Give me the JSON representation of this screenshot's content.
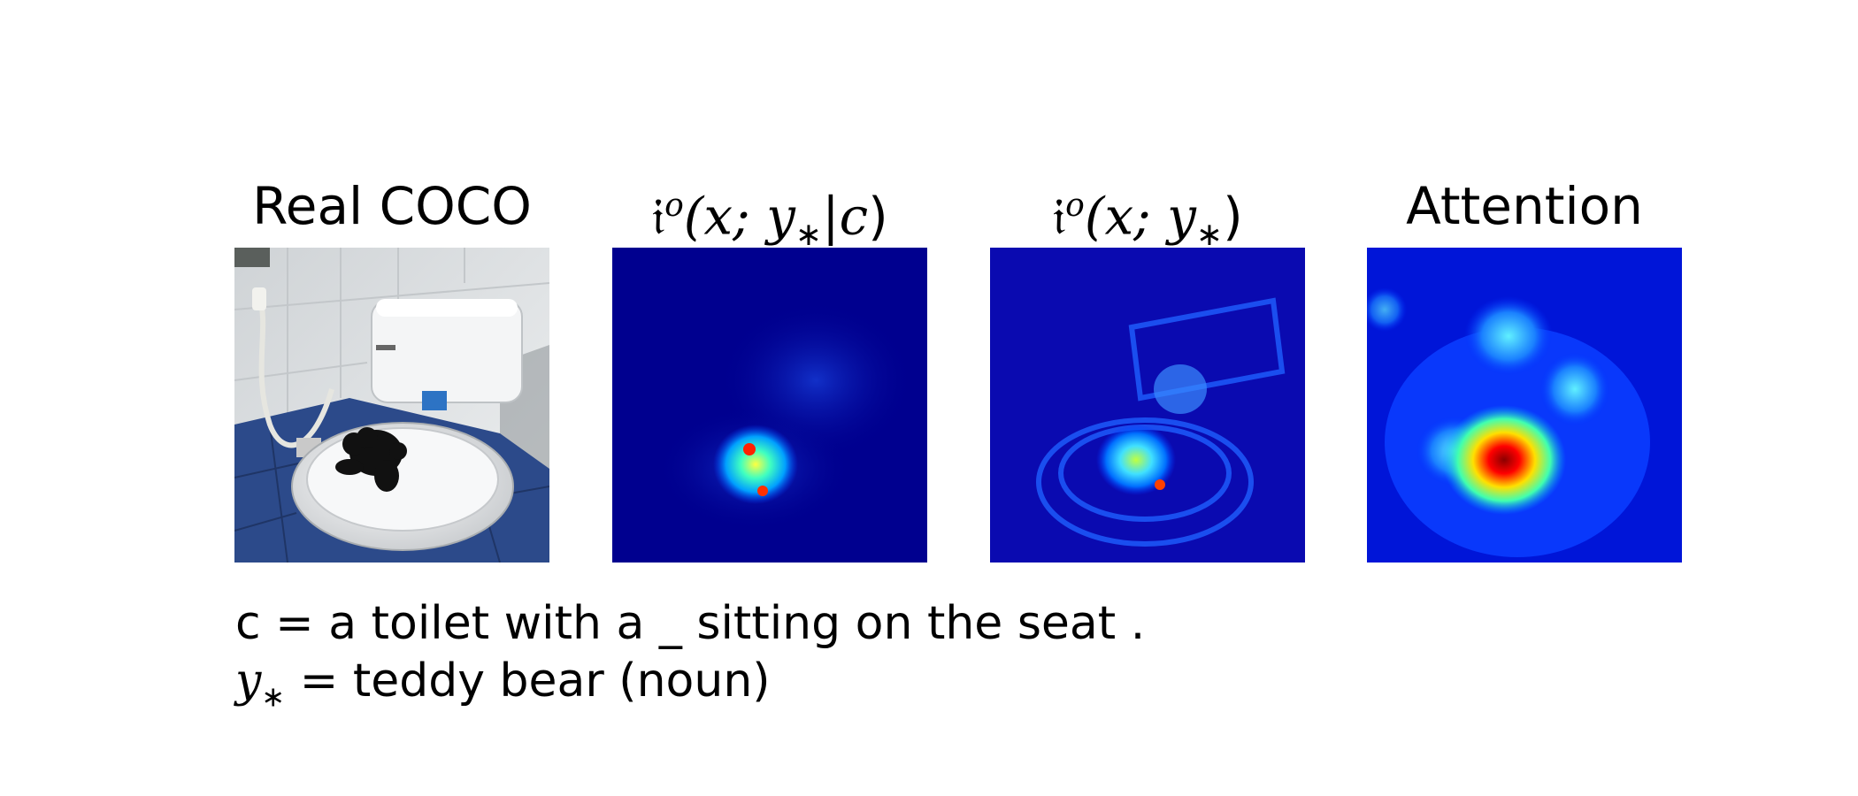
{
  "figure": {
    "panels": [
      {
        "id": "real",
        "title": "Real COCO"
      },
      {
        "id": "cond_mi",
        "title_symbol": "𝔦",
        "title_sup": "o",
        "title_args": "(x; y",
        "title_star": "∗",
        "title_cond": "|c",
        "title_close": ")"
      },
      {
        "id": "mi",
        "title_symbol": "𝔦",
        "title_sup": "o",
        "title_args": "(x; y",
        "title_star": "∗",
        "title_close": ")"
      },
      {
        "id": "attention",
        "title": "Attention"
      }
    ],
    "caption": {
      "line1": "c = a toilet with a _ sitting on the seat .",
      "line2_var": "y",
      "line2_star": "∗",
      "line2_rest": " = teddy bear (noun)"
    },
    "colors": {
      "heat_low": "#00008f",
      "heat_mid": "#00ffff",
      "heat_high": "#ff0000",
      "floor_tile": "#2c4a8a",
      "wall_tile": "#e6e8ea"
    }
  }
}
